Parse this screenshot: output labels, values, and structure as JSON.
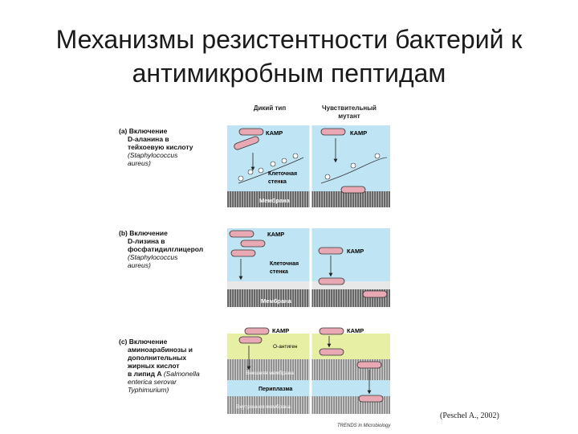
{
  "title": {
    "line1": "Механизмы резистентности бактерий к",
    "line2": "антимикробным пептидам"
  },
  "columns": {
    "wild": "Дикий тип",
    "mutant_line1": "Чувствительный",
    "mutant_line2": "мутант"
  },
  "panels": [
    {
      "letter": "(a)",
      "desc": [
        "Включение",
        "D-аланина в",
        "тейхоевую кислоту"
      ],
      "organism": [
        "(Staphylococcus",
        "aureus)"
      ],
      "kamp": "КАМР",
      "wall_label": [
        "Клеточная",
        "стенка"
      ],
      "membrane": "Мембрана"
    },
    {
      "letter": "(b)",
      "desc": [
        "Включение",
        "D-лизина в",
        "фосфатидилглицерол"
      ],
      "organism": [
        "(Staphylococcus",
        "aureus)"
      ],
      "kamp": "КАМР",
      "wall_label": [
        "Клеточная",
        "стенка"
      ],
      "membrane": "Мембрана"
    },
    {
      "letter": "(c)",
      "desc": [
        "Включение",
        "аминоарабинозы и",
        "дополнительных",
        "жирных кислот",
        "в липид A"
      ],
      "organism_inline": "(Salmonella",
      "organism": [
        "enterica serovar",
        "Typhimurium)"
      ],
      "kamp": "КАМР",
      "antigen": "O-антиген",
      "outer_membrane": "Внешняя мембрана",
      "periplasm": "Периплазма",
      "inner_membrane": "Внутренняя мембрана"
    }
  ],
  "citation": "(Peschel A., 2002)",
  "journal": "TRENDS in Microbiology",
  "colors": {
    "cell_blue": "#bfe4f4",
    "membrane_gray": "#6d6d6d",
    "peptide_pink": "#e8a9b4",
    "periplasm_yellow": "#e6efa4"
  }
}
